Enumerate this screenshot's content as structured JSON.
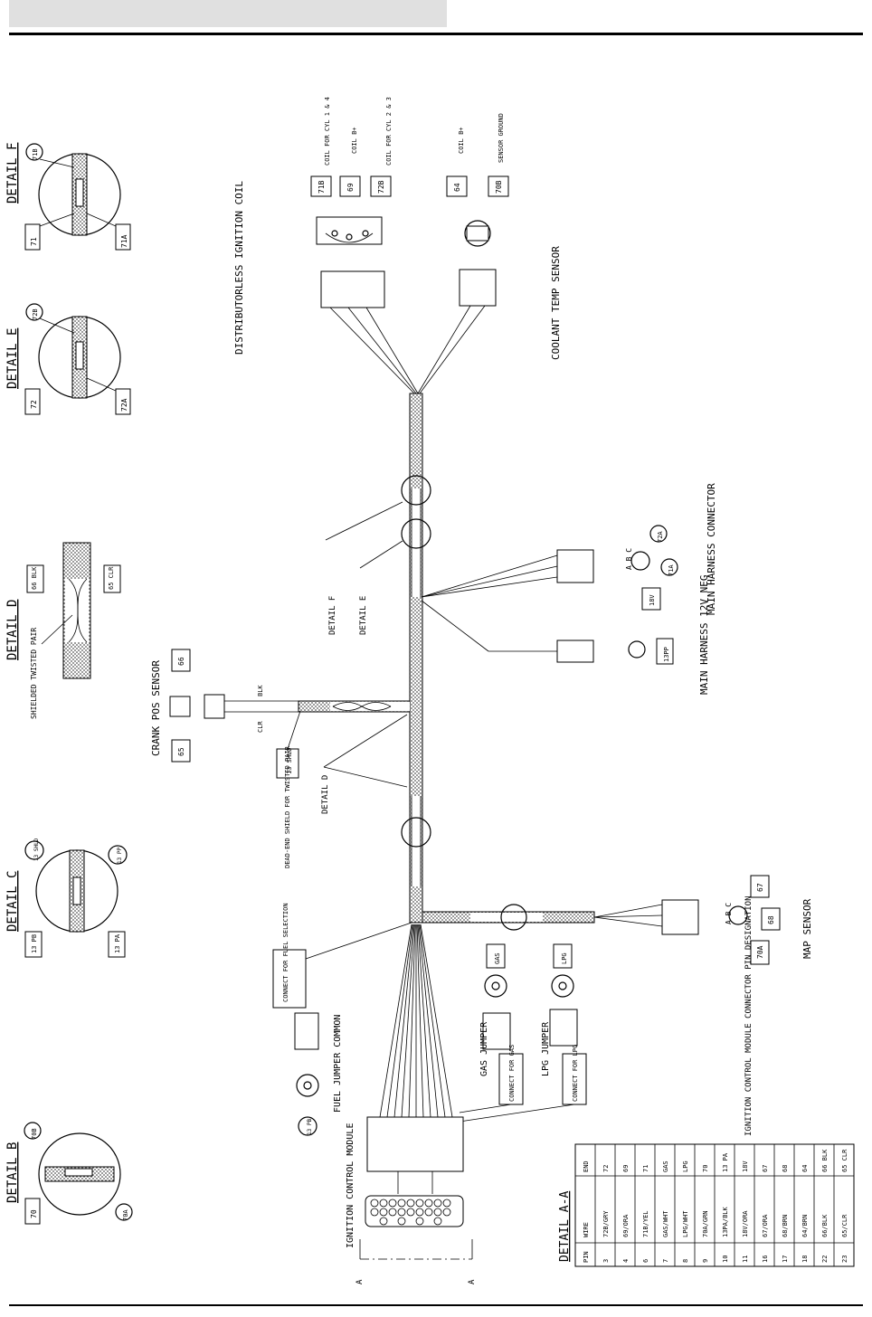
{
  "colors": {
    "ink": "#000000",
    "paper": "#ffffff",
    "header_band": "#e0e0e0",
    "hatch": "#555555"
  },
  "details": {
    "B": {
      "title": "DETAIL B",
      "tags": [
        "70",
        "70B",
        "70A"
      ]
    },
    "C": {
      "title": "DETAIL C",
      "tags": [
        "13 PB",
        "13 SHLD",
        "13 PP",
        "13 PA"
      ]
    },
    "D": {
      "title": "DETAIL D",
      "tags": [
        "66 BLK",
        "65 CLR"
      ],
      "note": "SHIELDED TWISTED PAIR"
    },
    "E": {
      "title": "DETAIL E",
      "tags": [
        "72",
        "72B",
        "72A"
      ]
    },
    "F": {
      "title": "DETAIL F",
      "tags": [
        "71",
        "71B",
        "71A"
      ]
    }
  },
  "components": {
    "ignition_coil": {
      "label": "DISTRIBUTORLESS IGNITION COIL",
      "pins": [
        "71B",
        "69",
        "72B"
      ],
      "pin_notes": [
        "COIL FOR CYL 1 & 4",
        "COIL B+",
        "COIL FOR CYL 2 & 3"
      ]
    },
    "coolant_sensor": {
      "label": "COOLANT TEMP SENSOR",
      "pins": [
        "64",
        "70B"
      ],
      "pin_notes": [
        "COIL B+",
        "SENSOR GROUND"
      ]
    },
    "main_harness": {
      "label": "MAIN HARNESS CONNECTOR",
      "pins": [
        "72A",
        "71A",
        "18V"
      ],
      "letters": "A B C"
    },
    "main_neg": {
      "label": "MAIN HARNESS 12V NEG",
      "pin": "13PP"
    },
    "map_sensor": {
      "label": "MAP SENSOR",
      "pins": [
        "67",
        "68",
        "70A"
      ],
      "letters": "A B C"
    },
    "crank_sensor": {
      "label": "CRANK POS SENSOR",
      "pins": [
        "66",
        "65"
      ],
      "wire_blk": "BLK",
      "wire_clr": "CLR",
      "shield_tag": "13 SHLD"
    },
    "dead_end": {
      "label": "DEAD-END SHIELD FOR TWISTED PAIR"
    },
    "detail_callouts": {
      "f": "DETAIL F",
      "e": "DETAIL E",
      "d": "DETAIL D"
    },
    "fuel_select": {
      "label": "CONNECT FOR FUEL SELECTION"
    },
    "fuel_common": {
      "label": "FUEL JUMPER COMMON",
      "pin": "13 PB"
    },
    "gas_jumper": {
      "label": "GAS JUMPER",
      "pin": "GAS",
      "note": "CONNECT FOR GAS"
    },
    "lpg_jumper": {
      "label": "LPG JUMPER",
      "pin": "LPG",
      "note": "CONNECT FOR LPG"
    },
    "icm": {
      "label": "IGNITION CONTROL MODULE",
      "section_mark": "A"
    },
    "pin_designation": {
      "label": "IGNITION CONTROL MODULE CONNECTOR PIN DESIGNATION"
    }
  },
  "detail_aa": {
    "title": "DETAIL A-A",
    "headers": [
      "PIN",
      "WIRE",
      "END"
    ],
    "rows": [
      [
        "3",
        "72B/GRY",
        "72"
      ],
      [
        "4",
        "69/ORA",
        "69"
      ],
      [
        "6",
        "71B/YEL",
        "71"
      ],
      [
        "7",
        "GAS/WHT",
        "GAS"
      ],
      [
        "8",
        "LPG/WHT",
        "LPG"
      ],
      [
        "9",
        "70A/GRN",
        "70"
      ],
      [
        "10",
        "13PA/BLK",
        "13 PA"
      ],
      [
        "11",
        "18V/ORA",
        "18V"
      ],
      [
        "16",
        "67/ORA",
        "67"
      ],
      [
        "17",
        "68/BRN",
        "68"
      ],
      [
        "18",
        "64/BRN",
        "64"
      ],
      [
        "22",
        "66/BLK",
        "66 BLK"
      ],
      [
        "23",
        "65/CLR",
        "65 CLR"
      ]
    ]
  }
}
